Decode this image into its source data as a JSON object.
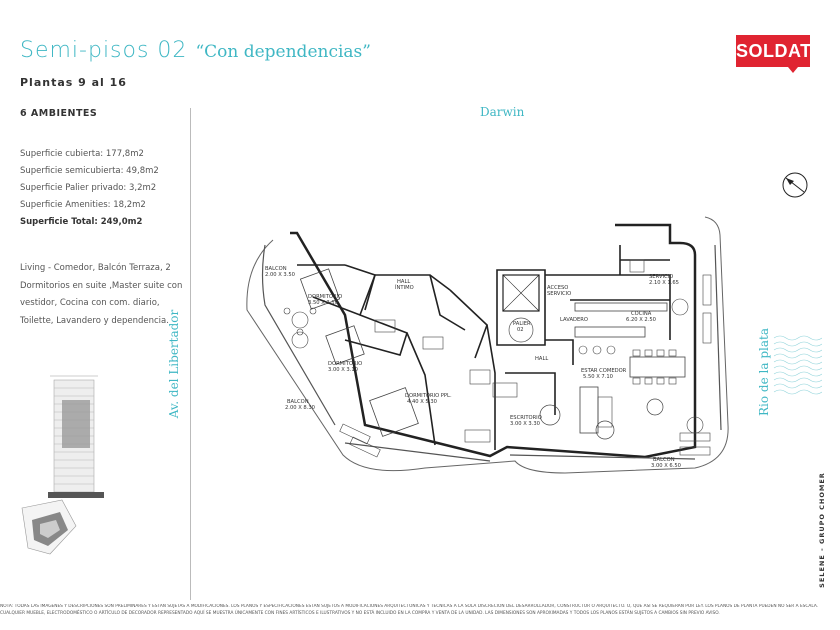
{
  "header": {
    "title": "Semi-pisos 02",
    "subtitle": "“Con dependencias”",
    "floors": "Plantas 9 al 16",
    "brand": "SOLDATI"
  },
  "sidebar": {
    "ambientes": "6 AMBIENTES",
    "specs": [
      "Superficie cubierta: 177,8m2",
      "Superficie semicubierta: 49,8m2",
      "Superficie Palier privado: 3,2m2",
      "Superficie Amenities: 18,2m2"
    ],
    "total": "Superficie Total: 249,0m2",
    "description": "Living - Comedor, Balcón Terraza, 2 Dormitorios en suite ,Master suite con vestidor, Cocina con com. diario, Toilette, Lavandero y dependencia."
  },
  "streets": {
    "top": "Darwin",
    "left": "Av. del Libertador",
    "right": "Rio de la plata"
  },
  "rooms": {
    "balcon1_name": "BALCON",
    "balcon1_dim": "2.00 X 3.50",
    "dorm1_name": "DORMITORIO",
    "dorm1_dim": "3.50 X 3.10",
    "hall_intimo": "HALL",
    "hall_intimo2": "ÍNTIMO",
    "dorm2_name": "DORMITORIO",
    "dorm2_dim": "3.00 X 3.10",
    "balcon2_name": "BALCON",
    "balcon2_dim": "2.00 X 8.30",
    "master_name": "DORMITORIO PPL.",
    "master_dim": "4.40 X 5.30",
    "acceso": "ACCESO",
    "acceso2": "SERVICIO",
    "palier": "PALIER",
    "palier2": "02",
    "lavadero": "LAVADERO",
    "cocina_name": "COCINA",
    "cocina_dim": "6.20 X 2.50",
    "servicio_name": "SERVICIO",
    "servicio_dim": "2.10 X 1.65",
    "hall": "HALL",
    "estar_name": "ESTAR COMEDOR",
    "estar_dim": "5.50 X 7.10",
    "escritorio_name": "ESCRITORIO",
    "escritorio_dim": "3.00 X 3.30",
    "balcon3_name": "BALCON",
    "balcon3_dim": "3.00 X 6.50"
  },
  "credits": "SELENE - GRUPO CHOMER",
  "footer": [
    "NOTA: TODAS LAS IMÁGENES Y DESCRIPCIONES SON PRELIMINARES Y ESTÁN SUJETAS A MODIFICACIONES. LOS PLANOS Y ESPECIFICACIONES ESTÁN SUJETOS A MODIFICACIONES ARQUITECTÓNICAS Y TÉCNICAS A LA SOLA DISCRECIÓN DEL DESARROLLADOR, CONSTRUCTOR O ARQUITECTO. O, QUE ASÍ SE REQUIERAN POR LEY. LOS PLANOS DE PLANTA PUEDEN NO SER A ESCALA.",
    "CUALQUIER MUEBLE, ELECTRODOMÉSTICO O ARTÍCULO DE DECORADOR REPRESENTADO AQUÍ SE MUESTRA ÚNICAMENTE CON FINES ARTÍSTICOS E ILUSTRATIVOS Y NO ESTÁ INCLUIDO EN LA COMPRA Y VENTA DE LA UNIDAD. LAS DIMENSIONES SON APROXIMADAS Y TODOS LOS PLANOS ESTÁN SUJETOS A CAMBIOS SIN PREVIO AVISO."
  ]
}
